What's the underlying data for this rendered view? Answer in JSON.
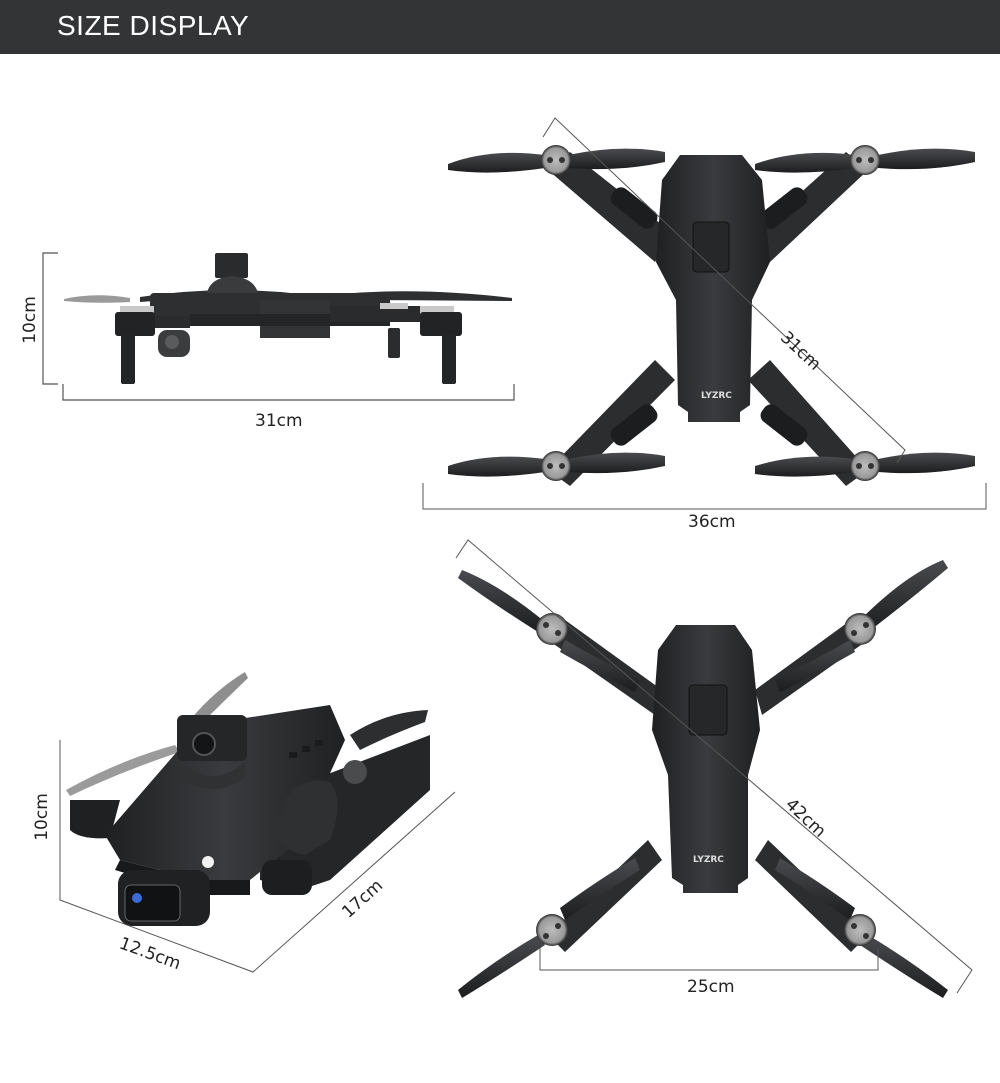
{
  "header": {
    "title": "SIZE DISPLAY"
  },
  "brand": {
    "logo_text": "LYZRC"
  },
  "colors": {
    "header_bg": "#333435",
    "header_text": "#ffffff",
    "drone_body": "#2b2c2e",
    "dimension_line": "#555555",
    "label_text": "#222222"
  },
  "views": {
    "side_folded_flat": {
      "height_label": "10cm",
      "width_label": "31cm"
    },
    "top_unfolded": {
      "diagonal_label": "31cm",
      "width_label": "36cm"
    },
    "folded_perspective": {
      "height_label": "10cm",
      "width_label": "12.5cm",
      "length_label": "17cm"
    },
    "top_unfolded_diagonal": {
      "diagonal_label": "42cm",
      "width_label": "25cm"
    }
  }
}
